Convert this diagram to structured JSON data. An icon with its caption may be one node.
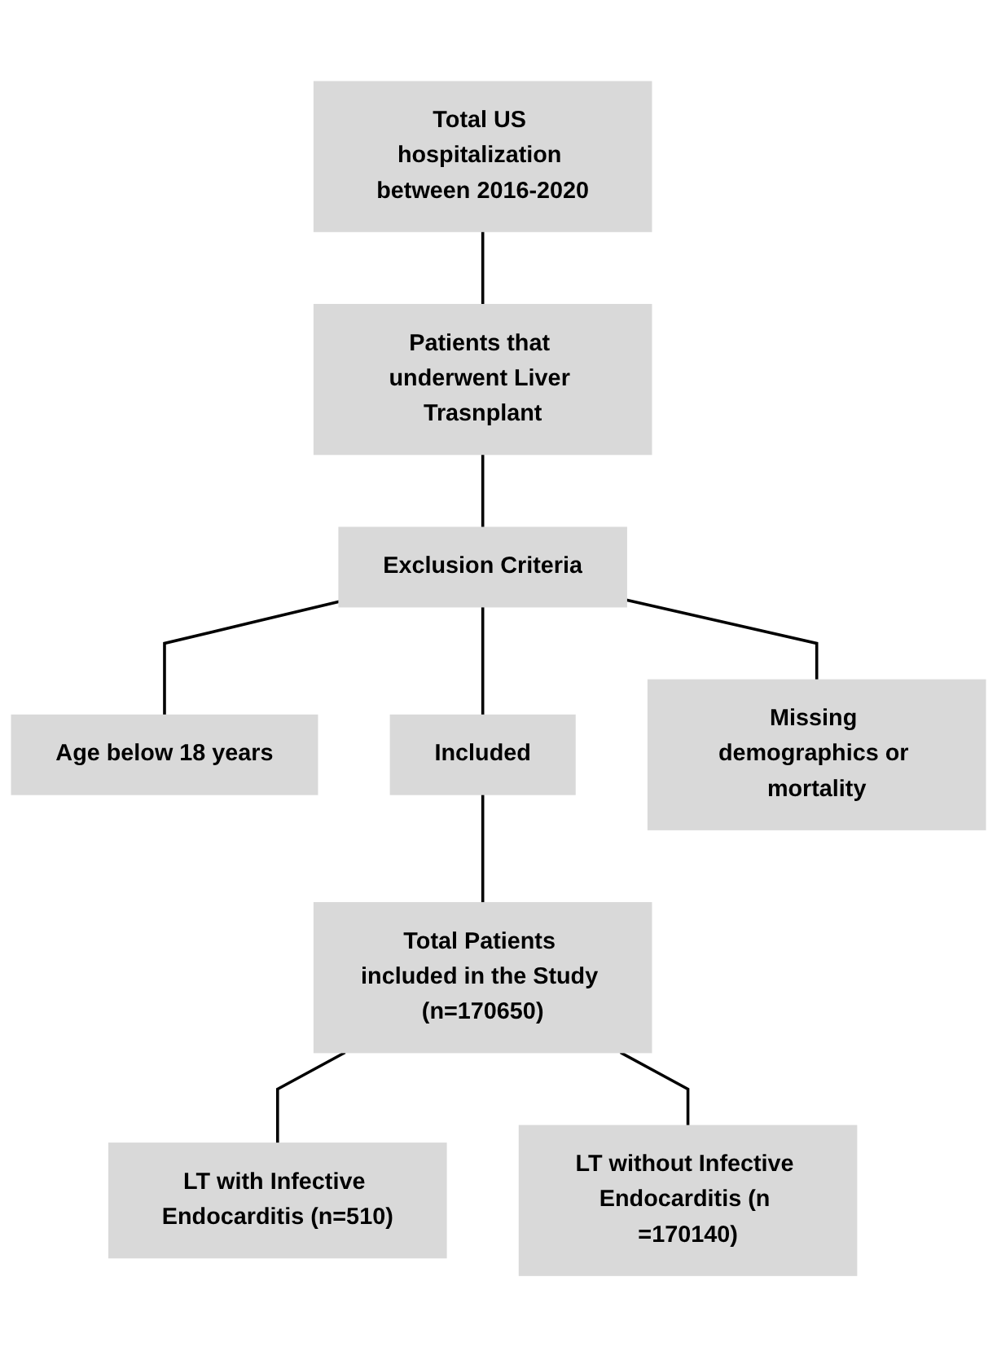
{
  "diagram": {
    "nodes": [
      {
        "text": [
          "Total US hospitalization between 2016-2020"
        ]
      },
      {
        "text": [
          "Patients that underwent Liver Trasnplant"
        ]
      },
      {
        "text": [
          "Exclusion Criteria"
        ]
      },
      {
        "text": [
          "Age below 18 years"
        ]
      },
      {
        "text": [
          "Included"
        ]
      },
      {
        "text": [
          "Missing demographics or mortality"
        ]
      },
      {
        "text": [
          "Total Patients included in the Study (n=170650)"
        ]
      },
      {
        "text": [
          "LT with Infective Endocarditis (n=510)"
        ]
      },
      {
        "text": [
          "LT without Infective Endocarditis (n =170140)"
        ]
      }
    ],
    "edges": [
      {
        "from": 0,
        "to": 1,
        "arrow": "none"
      },
      {
        "from": 1,
        "to": 2,
        "arrow": "none"
      },
      {
        "from": 2,
        "to": 3,
        "arrow": "none"
      },
      {
        "from": 2,
        "to": 4,
        "arrow": "none"
      },
      {
        "from": 2,
        "to": 5,
        "arrow": "none"
      },
      {
        "from": 4,
        "to": 6,
        "arrow": "none"
      },
      {
        "from": 6,
        "to": 7,
        "arrow": "none"
      },
      {
        "from": 6,
        "to": 8,
        "arrow": "none"
      }
    ]
  }
}
